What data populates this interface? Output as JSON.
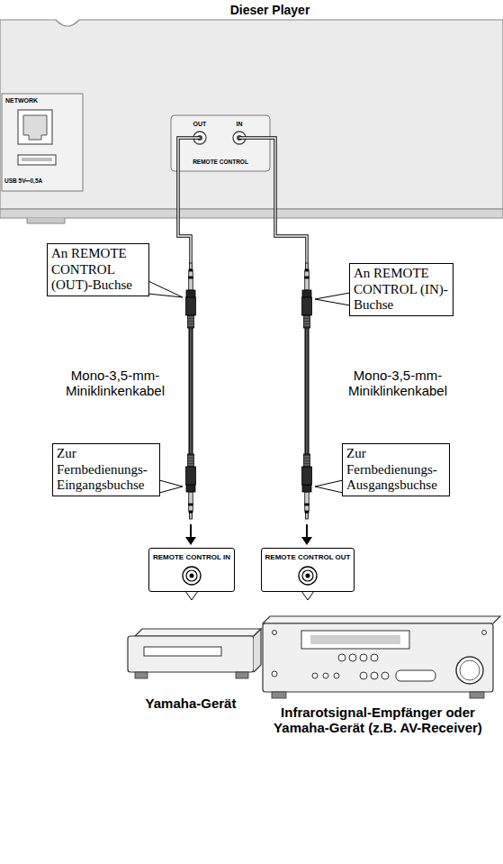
{
  "diagram": {
    "title": "Dieser Player",
    "nodes": [
      {
        "text": [
          "An REMOTE CONTROL (OUT)-Buchse"
        ]
      },
      {
        "text": [
          "An REMOTE CONTROL (IN)-Buchse"
        ]
      },
      {
        "text": [
          "Zur Fernbedienungs-Eingangsbuchse"
        ]
      },
      {
        "text": [
          "Zur Fernbedienungs-Ausgangsbuchse"
        ]
      },
      {
        "text": [
          "REMOTE CONTROL IN"
        ]
      },
      {
        "text": [
          "REMOTE CONTROL OUT"
        ]
      }
    ],
    "labels": [
      "NETWORK",
      "USB 5V⎓0,5A",
      "OUT",
      "IN",
      "REMOTE CONTROL",
      "Mono-3,5-mm-Miniklinkenkabel",
      "Mono-3,5-mm-Miniklinkenkabel",
      "Yamaha-Gerät",
      "Infrarotsignal-Empfänger oder Yamaha-Gerät (z.B. AV-Receiver)"
    ]
  }
}
